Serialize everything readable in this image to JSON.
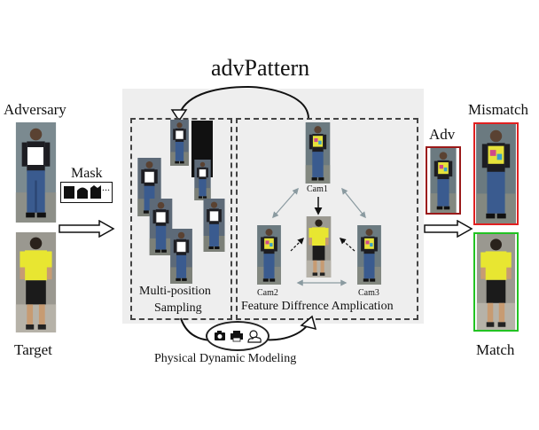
{
  "title": "advPattern",
  "left": {
    "adversary": "Adversary",
    "target": "Target",
    "mask": "Mask",
    "mask_dots": "..."
  },
  "sampling": {
    "line1": "Multi-position",
    "line2": "Sampling"
  },
  "amplification": {
    "cam1": "Cam1",
    "cam2": "Cam2",
    "cam3": "Cam3",
    "caption": "Feature Diffrence Amplication"
  },
  "physical": {
    "caption": "Physical Dynamic Modeling"
  },
  "right": {
    "adv": "Adv",
    "mismatch": "Mismatch",
    "match": "Match"
  },
  "colors": {
    "mismatch_border": "#e02020",
    "match_border": "#22c222",
    "adv_border": "#9b1a1a",
    "panel_bg": "#eeeeee"
  }
}
